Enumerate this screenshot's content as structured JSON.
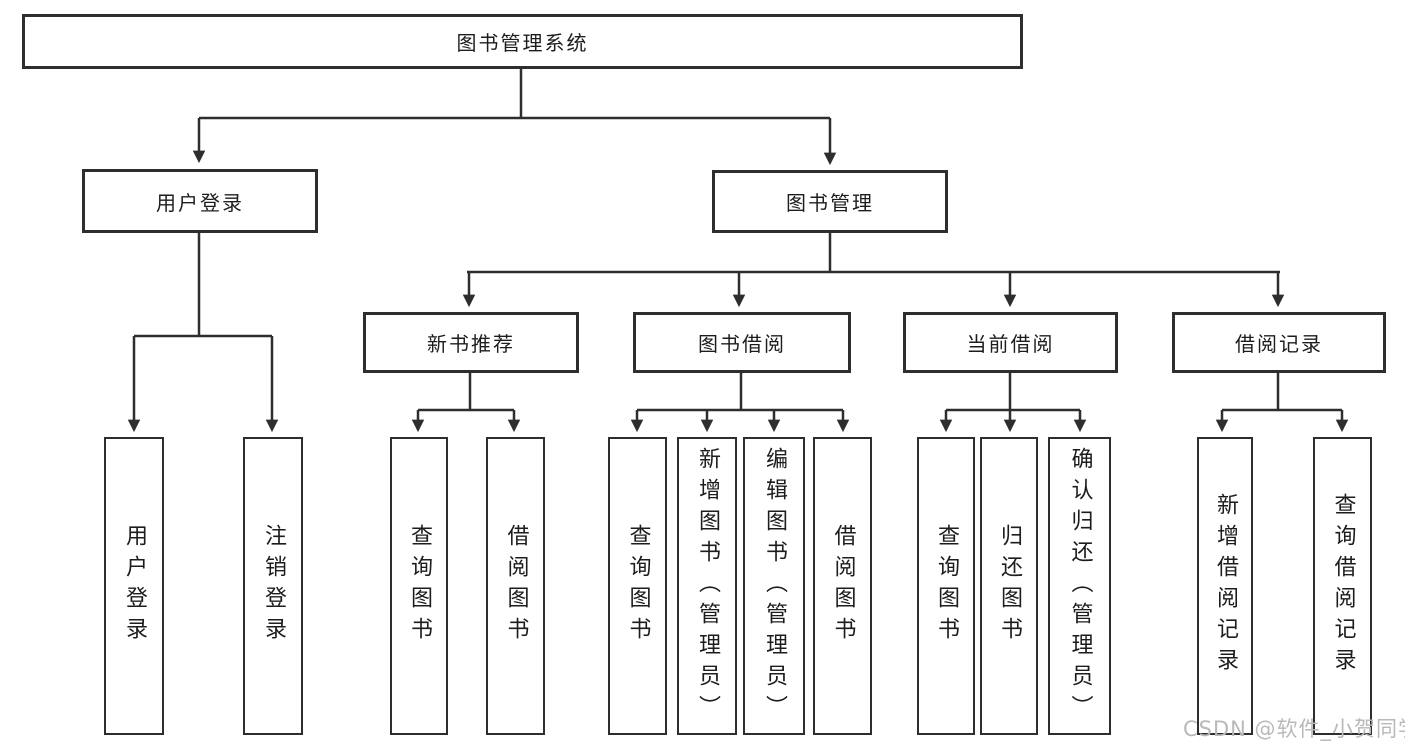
{
  "diagram_type": "function-structure-tree",
  "tree": {
    "label": "图书管理系统",
    "children": [
      {
        "label": "用户登录",
        "children": [
          {
            "label": "用户登录"
          },
          {
            "label": "注销登录"
          }
        ]
      },
      {
        "label": "图书管理",
        "children": [
          {
            "label": "新书推荐",
            "children": [
              {
                "label": "查询图书"
              },
              {
                "label": "借阅图书"
              }
            ]
          },
          {
            "label": "图书借阅",
            "children": [
              {
                "label": "查询图书"
              },
              {
                "label": "新增图书（管理员）"
              },
              {
                "label": "编辑图书（管理员）"
              },
              {
                "label": "借阅图书"
              }
            ]
          },
          {
            "label": "当前借阅",
            "children": [
              {
                "label": "查询图书"
              },
              {
                "label": "归还图书"
              },
              {
                "label": "确认归还（管理员）"
              }
            ]
          },
          {
            "label": "借阅记录",
            "children": [
              {
                "label": "新增借阅记录"
              },
              {
                "label": "查询借阅记录"
              }
            ]
          }
        ]
      }
    ]
  },
  "watermark": {
    "text": "CSDN @软件_小贺同学"
  },
  "colors": {
    "line": "#2e2e2e",
    "box_border": "#2e2e2e",
    "text": "#1d1d1d",
    "watermark": "#b9b9b9",
    "background": "#ffffff"
  }
}
